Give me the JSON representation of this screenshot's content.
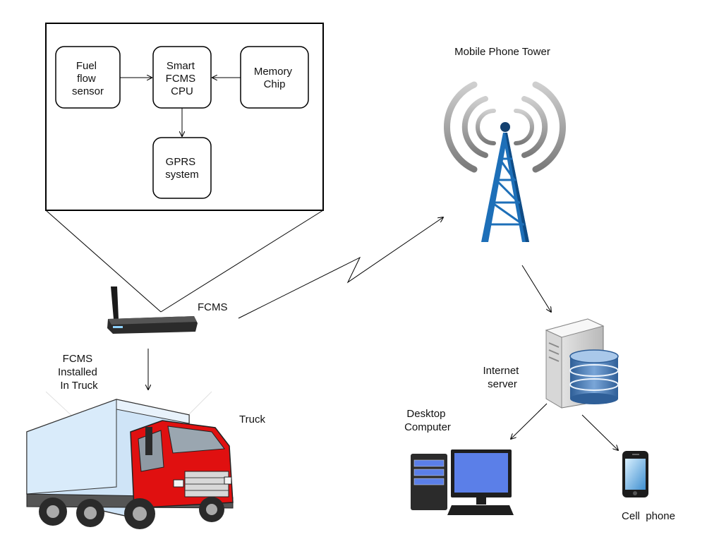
{
  "fcms_detail": {
    "fuel_flow_sensor": [
      "Fuel",
      "flow",
      "sensor"
    ],
    "cpu": [
      "Smart",
      "FCMS",
      "CPU"
    ],
    "memory_chip": [
      "Memory",
      "Chip"
    ],
    "gprs_system": [
      "GPRS",
      "system"
    ]
  },
  "labels": {
    "fcms": "FCMS",
    "fcms_installed": [
      "FCMS",
      "Installed",
      "In Truck"
    ],
    "truck": "Truck",
    "tower": "Mobile Phone Tower",
    "server": [
      "Internet",
      "server"
    ],
    "desktop": [
      "Desktop",
      "Computer"
    ],
    "cell_phone": "Cell  phone"
  },
  "colors": {
    "truck_cab": "#e01010",
    "truck_box": "#cfe4f7",
    "tower_blue": "#1d6fb8",
    "monitor_screen": "#5b7fe8",
    "db_blue": "#4a78b0"
  }
}
